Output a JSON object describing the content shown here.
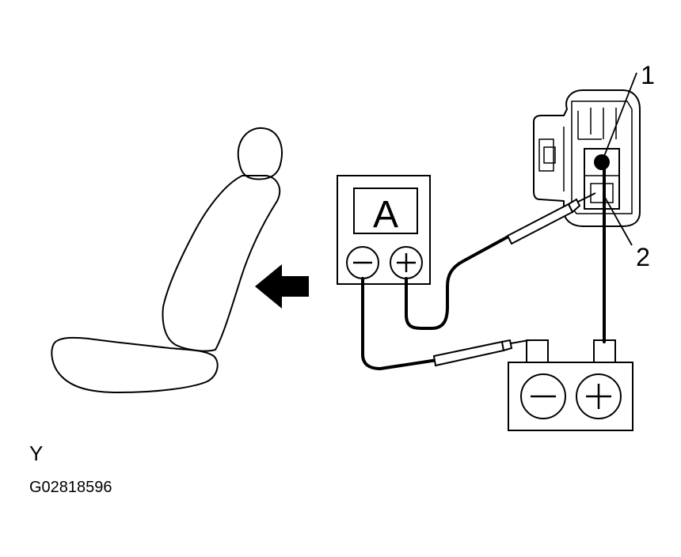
{
  "meter": {
    "label": "A",
    "neg_symbol": "minus",
    "pos_symbol": "plus"
  },
  "battery": {
    "neg_symbol": "minus",
    "pos_symbol": "plus"
  },
  "callouts": {
    "one": "1",
    "two": "2"
  },
  "view_letter": "Y",
  "figure_id": "G02818596",
  "icons": [
    "seat-icon",
    "arrow-left-icon",
    "ammeter-icon",
    "battery-icon",
    "connector-icon",
    "probe-icon"
  ],
  "colors": {
    "line": "#000000",
    "background": "#ffffff"
  }
}
